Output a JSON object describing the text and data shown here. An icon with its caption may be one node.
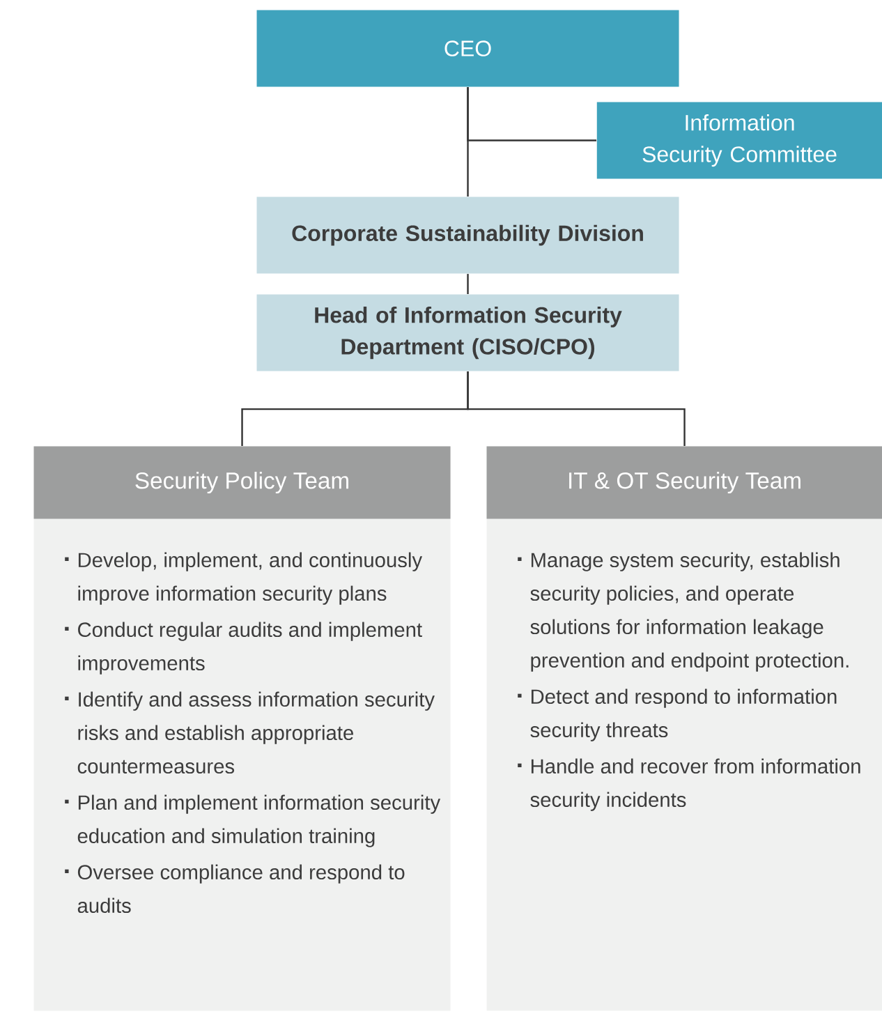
{
  "diagram": {
    "nodes": [
      {
        "text": [
          "CEO"
        ]
      },
      {
        "text": [
          "Information Security Committee"
        ]
      },
      {
        "text": [
          "Corporate Sustainability Division"
        ]
      },
      {
        "text": [
          "Head of Information Security Department (CISO/CPO)"
        ]
      },
      {
        "text": [
          "Security Policy Team",
          "Develop, implement, and continuously improve information security plans",
          "Conduct regular audits and implement improvements",
          "Identify and assess information security risks and establish appropriate countermeasures",
          "Plan and implement information security education and simulation training",
          "Oversee compliance and respond to audits"
        ]
      },
      {
        "text": [
          "IT & OT Security Team",
          "Manage system security, establish security policies, and operate solutions for information leakage prevention and endpoint protection.",
          "Detect and respond to information security threats",
          "Handle and recover from information security incidents"
        ]
      }
    ],
    "edges": [
      {
        "from": 0,
        "to": 2,
        "arrow": "none"
      },
      {
        "from": 1,
        "to": 0,
        "arrow": "none"
      },
      {
        "from": 2,
        "to": 3,
        "arrow": "none"
      },
      {
        "from": 3,
        "to": 4,
        "arrow": "none"
      },
      {
        "from": 3,
        "to": 5,
        "arrow": "none"
      }
    ]
  }
}
